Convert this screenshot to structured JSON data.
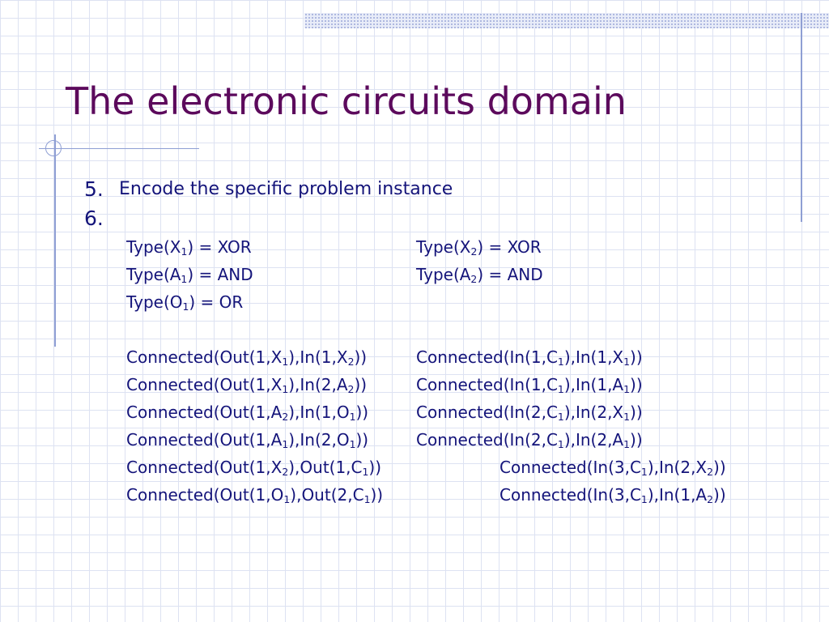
{
  "slide": {
    "title": "The electronic circuits domain",
    "list": [
      {
        "num": "5.",
        "text": "Encode the specific problem instance"
      },
      {
        "num": "6.",
        "text": ""
      }
    ],
    "rows": [
      {
        "left": [
          [
            "Type(X",
            ""
          ],
          [
            "1",
            "sub"
          ],
          [
            ") = XOR",
            ""
          ]
        ],
        "right": [
          [
            "Type(X",
            ""
          ],
          [
            "2",
            "sub"
          ],
          [
            ") = XOR",
            ""
          ]
        ]
      },
      {
        "left": [
          [
            "Type(A",
            ""
          ],
          [
            "1",
            "sub"
          ],
          [
            ") = AND",
            ""
          ]
        ],
        "right": [
          [
            "Type(A",
            ""
          ],
          [
            "2",
            "sub"
          ],
          [
            ") = AND",
            ""
          ]
        ]
      },
      {
        "left": [
          [
            "Type(O",
            ""
          ],
          [
            "1",
            "sub"
          ],
          [
            ") = OR",
            ""
          ]
        ],
        "right": []
      },
      {
        "left": [
          [
            "Connected(Out(1,X",
            ""
          ],
          [
            "1",
            "sub"
          ],
          [
            "),In(1,X",
            ""
          ],
          [
            "2",
            "sub"
          ],
          [
            "))",
            ""
          ]
        ],
        "right": [
          [
            "Connected(In(1,C",
            ""
          ],
          [
            "1",
            "sub"
          ],
          [
            "),In(1,X",
            ""
          ],
          [
            "1",
            "sub"
          ],
          [
            "))",
            ""
          ]
        ]
      },
      {
        "left": [
          [
            "Connected(Out(1,X",
            ""
          ],
          [
            "1",
            "sub"
          ],
          [
            "),In(2,A",
            ""
          ],
          [
            "2",
            "sub"
          ],
          [
            "))",
            ""
          ]
        ],
        "right": [
          [
            "Connected(In(1,C",
            ""
          ],
          [
            "1",
            "sub"
          ],
          [
            "),In(1,A",
            ""
          ],
          [
            "1",
            "sub"
          ],
          [
            "))",
            ""
          ]
        ]
      },
      {
        "left": [
          [
            "Connected(Out(1,A",
            ""
          ],
          [
            "2",
            "sub"
          ],
          [
            "),In(1,O",
            ""
          ],
          [
            "1",
            "sub"
          ],
          [
            "))",
            ""
          ]
        ],
        "right": [
          [
            "Connected(In(2,C",
            ""
          ],
          [
            "1",
            "sub"
          ],
          [
            "),In(2,X",
            ""
          ],
          [
            "1",
            "sub"
          ],
          [
            "))",
            ""
          ]
        ]
      },
      {
        "left": [
          [
            "Connected(Out(1,A",
            ""
          ],
          [
            "1",
            "sub"
          ],
          [
            "),In(2,O",
            ""
          ],
          [
            "1",
            "sub"
          ],
          [
            "))",
            ""
          ]
        ],
        "right": [
          [
            "Connected(In(2,C",
            ""
          ],
          [
            "1",
            "sub"
          ],
          [
            "),In(2,A",
            ""
          ],
          [
            "1",
            "sub"
          ],
          [
            "))",
            ""
          ]
        ]
      },
      {
        "left": [
          [
            "Connected(Out(1,X",
            ""
          ],
          [
            "2",
            "sub"
          ],
          [
            "),Out(1,C",
            ""
          ],
          [
            "1",
            "sub"
          ],
          [
            "))",
            ""
          ]
        ],
        "right": [
          [
            "Connected(In(3,C",
            ""
          ],
          [
            "1",
            "sub"
          ],
          [
            "),In(2,X",
            ""
          ],
          [
            "2",
            "sub"
          ],
          [
            "))",
            ""
          ]
        ]
      },
      {
        "left": [
          [
            "Connected(Out(1,O",
            ""
          ],
          [
            "1",
            "sub"
          ],
          [
            "),Out(2,C",
            ""
          ],
          [
            "1",
            "sub"
          ],
          [
            "))",
            ""
          ]
        ],
        "right": [
          [
            "Connected(In(3,C",
            ""
          ],
          [
            "1",
            "sub"
          ],
          [
            "),In(1,A",
            ""
          ],
          [
            "2",
            "sub"
          ],
          [
            "))",
            ""
          ]
        ]
      }
    ]
  }
}
